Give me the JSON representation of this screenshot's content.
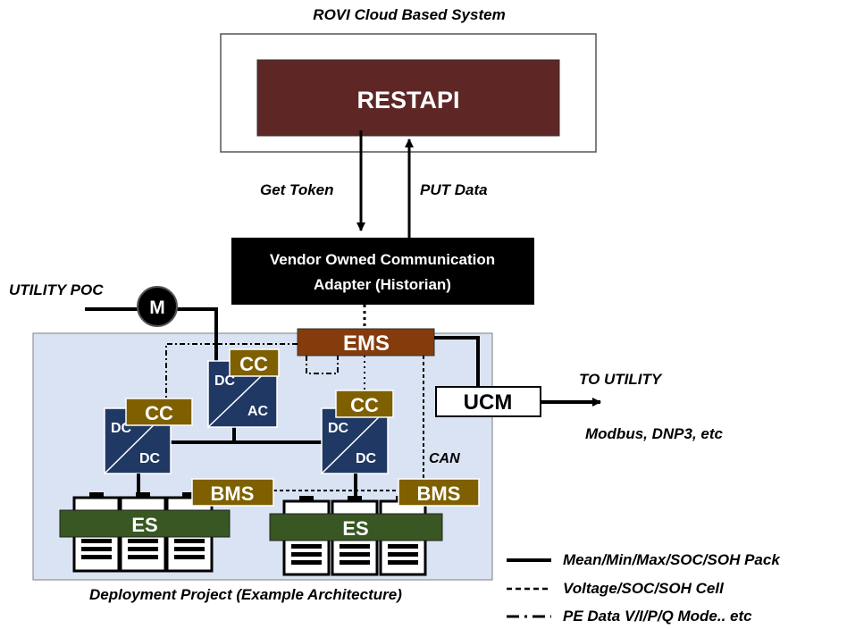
{
  "cloud": {
    "title": "ROVI Cloud Based System",
    "api_label": "RESTAPI"
  },
  "arrows": {
    "get_token": "Get Token",
    "put_data": "PUT Data"
  },
  "adapter": {
    "line1": "Vendor Owned Communication",
    "line2": "Adapter (Historian)"
  },
  "utility_poc": "UTILITY POC",
  "meter": "M",
  "ems": "EMS",
  "ucm": "UCM",
  "to_utility": "TO UTILITY",
  "protocols": "Modbus, DNP3, etc",
  "can": "CAN",
  "cc": "CC",
  "bms": "BMS",
  "es": "ES",
  "converters": {
    "dc": "DC",
    "ac": "AC"
  },
  "deployment_caption": "Deployment Project (Example Architecture)",
  "legend": [
    {
      "style": "solid",
      "label": "Mean/Min/Max/SOC/SOH Pack"
    },
    {
      "style": "dashed",
      "label": "Voltage/SOC/SOH Cell"
    },
    {
      "style": "dashdot",
      "label": "PE Data V/I/P/Q Mode.. etc"
    }
  ],
  "colors": {
    "restapi": "#5e2726",
    "ems": "#843c0c",
    "cc": "#7f6000",
    "bms": "#7f6000",
    "es": "#385723",
    "converter": "#1f3864",
    "deployment_bg": "#dae3f3"
  }
}
